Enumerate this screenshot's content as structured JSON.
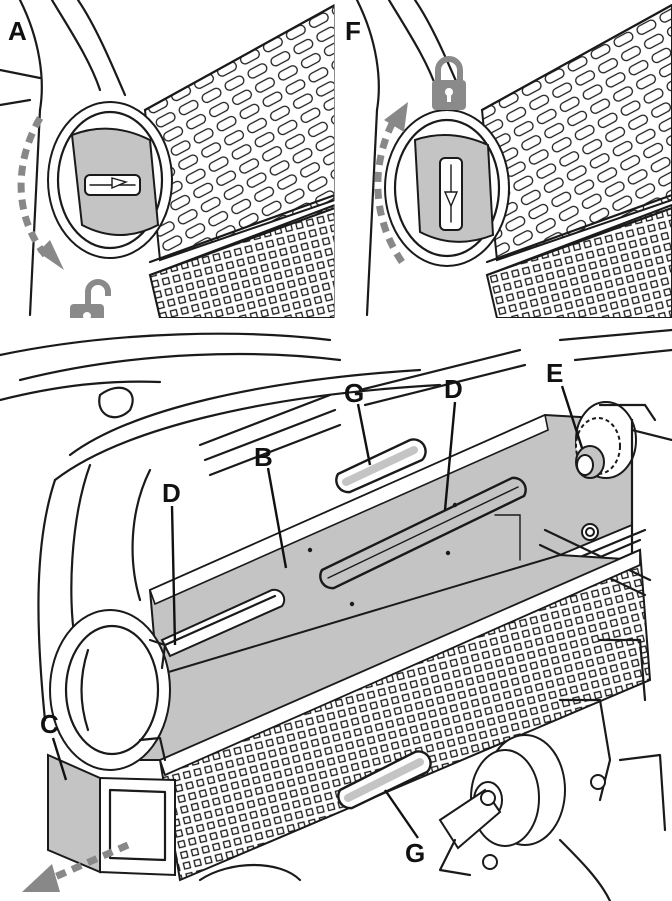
{
  "panels": {
    "top_left": {
      "label": "A",
      "lock_state_icon": "unlock-icon"
    },
    "top_right": {
      "label": "F",
      "lock_state_icon": "lock-icon"
    }
  },
  "callouts": {
    "B": "B",
    "C": "C",
    "D_left": "D",
    "D_right": "D",
    "E": "E",
    "G_top": "G",
    "G_bottom": "G"
  },
  "colors": {
    "line": "#1a1a1a",
    "plate_grey": "#c4c4c4",
    "arrow_grey": "#888888",
    "background": "#ffffff"
  }
}
